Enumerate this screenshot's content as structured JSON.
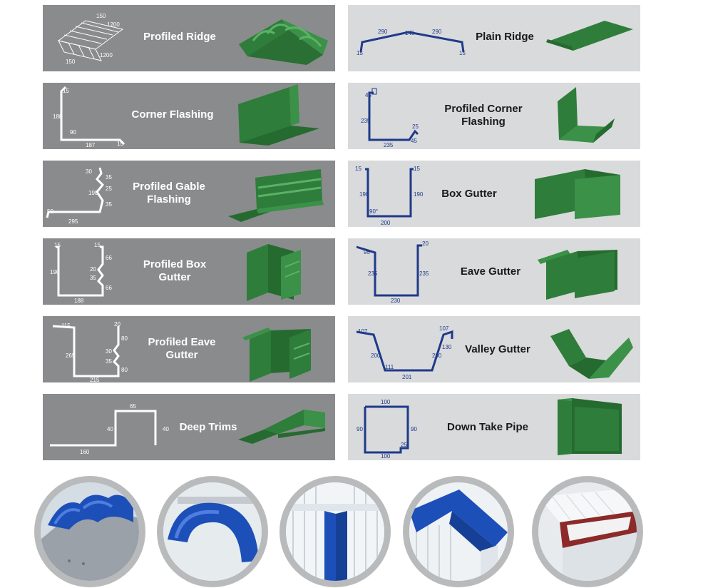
{
  "colors": {
    "dark_card": "#8a8b8d",
    "light_card": "#d9dadb",
    "model_green": "#2e7d3a",
    "sketch_blue": "#1f3a8a",
    "photo_blue": "#1d4fb8"
  },
  "products": [
    {
      "title": "Profiled Ridge",
      "dims": [
        "150",
        "1200",
        "1200",
        "150"
      ]
    },
    {
      "title": "Plain Ridge",
      "dims": [
        "290",
        "145",
        "290",
        "15",
        "15"
      ]
    },
    {
      "title": "Corner Flashing",
      "dims": [
        "15",
        "188",
        "90",
        "187",
        "15"
      ]
    },
    {
      "title": "Profiled Corner Flashing",
      "dims": [
        "45",
        "235",
        "235",
        "25",
        "45"
      ]
    },
    {
      "title": "Profiled Gable Flashing",
      "dims": [
        "30",
        "35",
        "190",
        "25",
        "35",
        "50",
        "295"
      ]
    },
    {
      "title": "Box Gutter",
      "dims": [
        "15",
        "15",
        "190",
        "190",
        "90°",
        "200"
      ]
    },
    {
      "title": "Profiled Box Gutter",
      "dims": [
        "15",
        "15",
        "190",
        "66",
        "20",
        "35",
        "66",
        "188"
      ]
    },
    {
      "title": "Eave Gutter",
      "dims": [
        "95",
        "20",
        "235",
        "235",
        "230"
      ]
    },
    {
      "title": "Profiled Eave Gutter",
      "dims": [
        "115",
        "20",
        "265",
        "80",
        "30",
        "35",
        "80",
        "215"
      ]
    },
    {
      "title": "Valley Gutter",
      "dims": [
        "107",
        "107",
        "200",
        "111",
        "201",
        "200",
        "130"
      ]
    },
    {
      "title": "Deep Trims",
      "dims": [
        "65",
        "40",
        "40",
        "160"
      ]
    },
    {
      "title": "Down Take Pipe",
      "dims": [
        "100",
        "90",
        "90",
        "25",
        "100"
      ]
    }
  ]
}
